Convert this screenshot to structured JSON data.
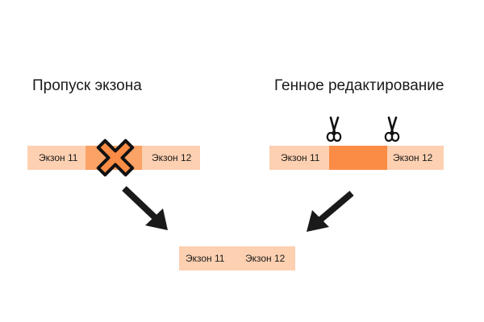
{
  "left_panel": {
    "title": "Пропуск экзона",
    "exon_a": "Экзон 11",
    "exon_b": "Экзон 12"
  },
  "right_panel": {
    "title": "Генное редактирование",
    "exon_a": "Экзон 11",
    "exon_b": "Экзон 12"
  },
  "result": {
    "exon_a": "Экзон 11",
    "exon_b": "Экзон 12"
  },
  "colors": {
    "exon": "#fdd0b1",
    "skipped_exon": "#fba266",
    "excised_exon": "#fb8c45",
    "arrow": "#1a1a1a",
    "cross_fill": "#fb8c45",
    "cross_outline": "#111111"
  },
  "icons": {
    "left_marker": "cross-icon",
    "right_marker": "scissors-icon"
  }
}
